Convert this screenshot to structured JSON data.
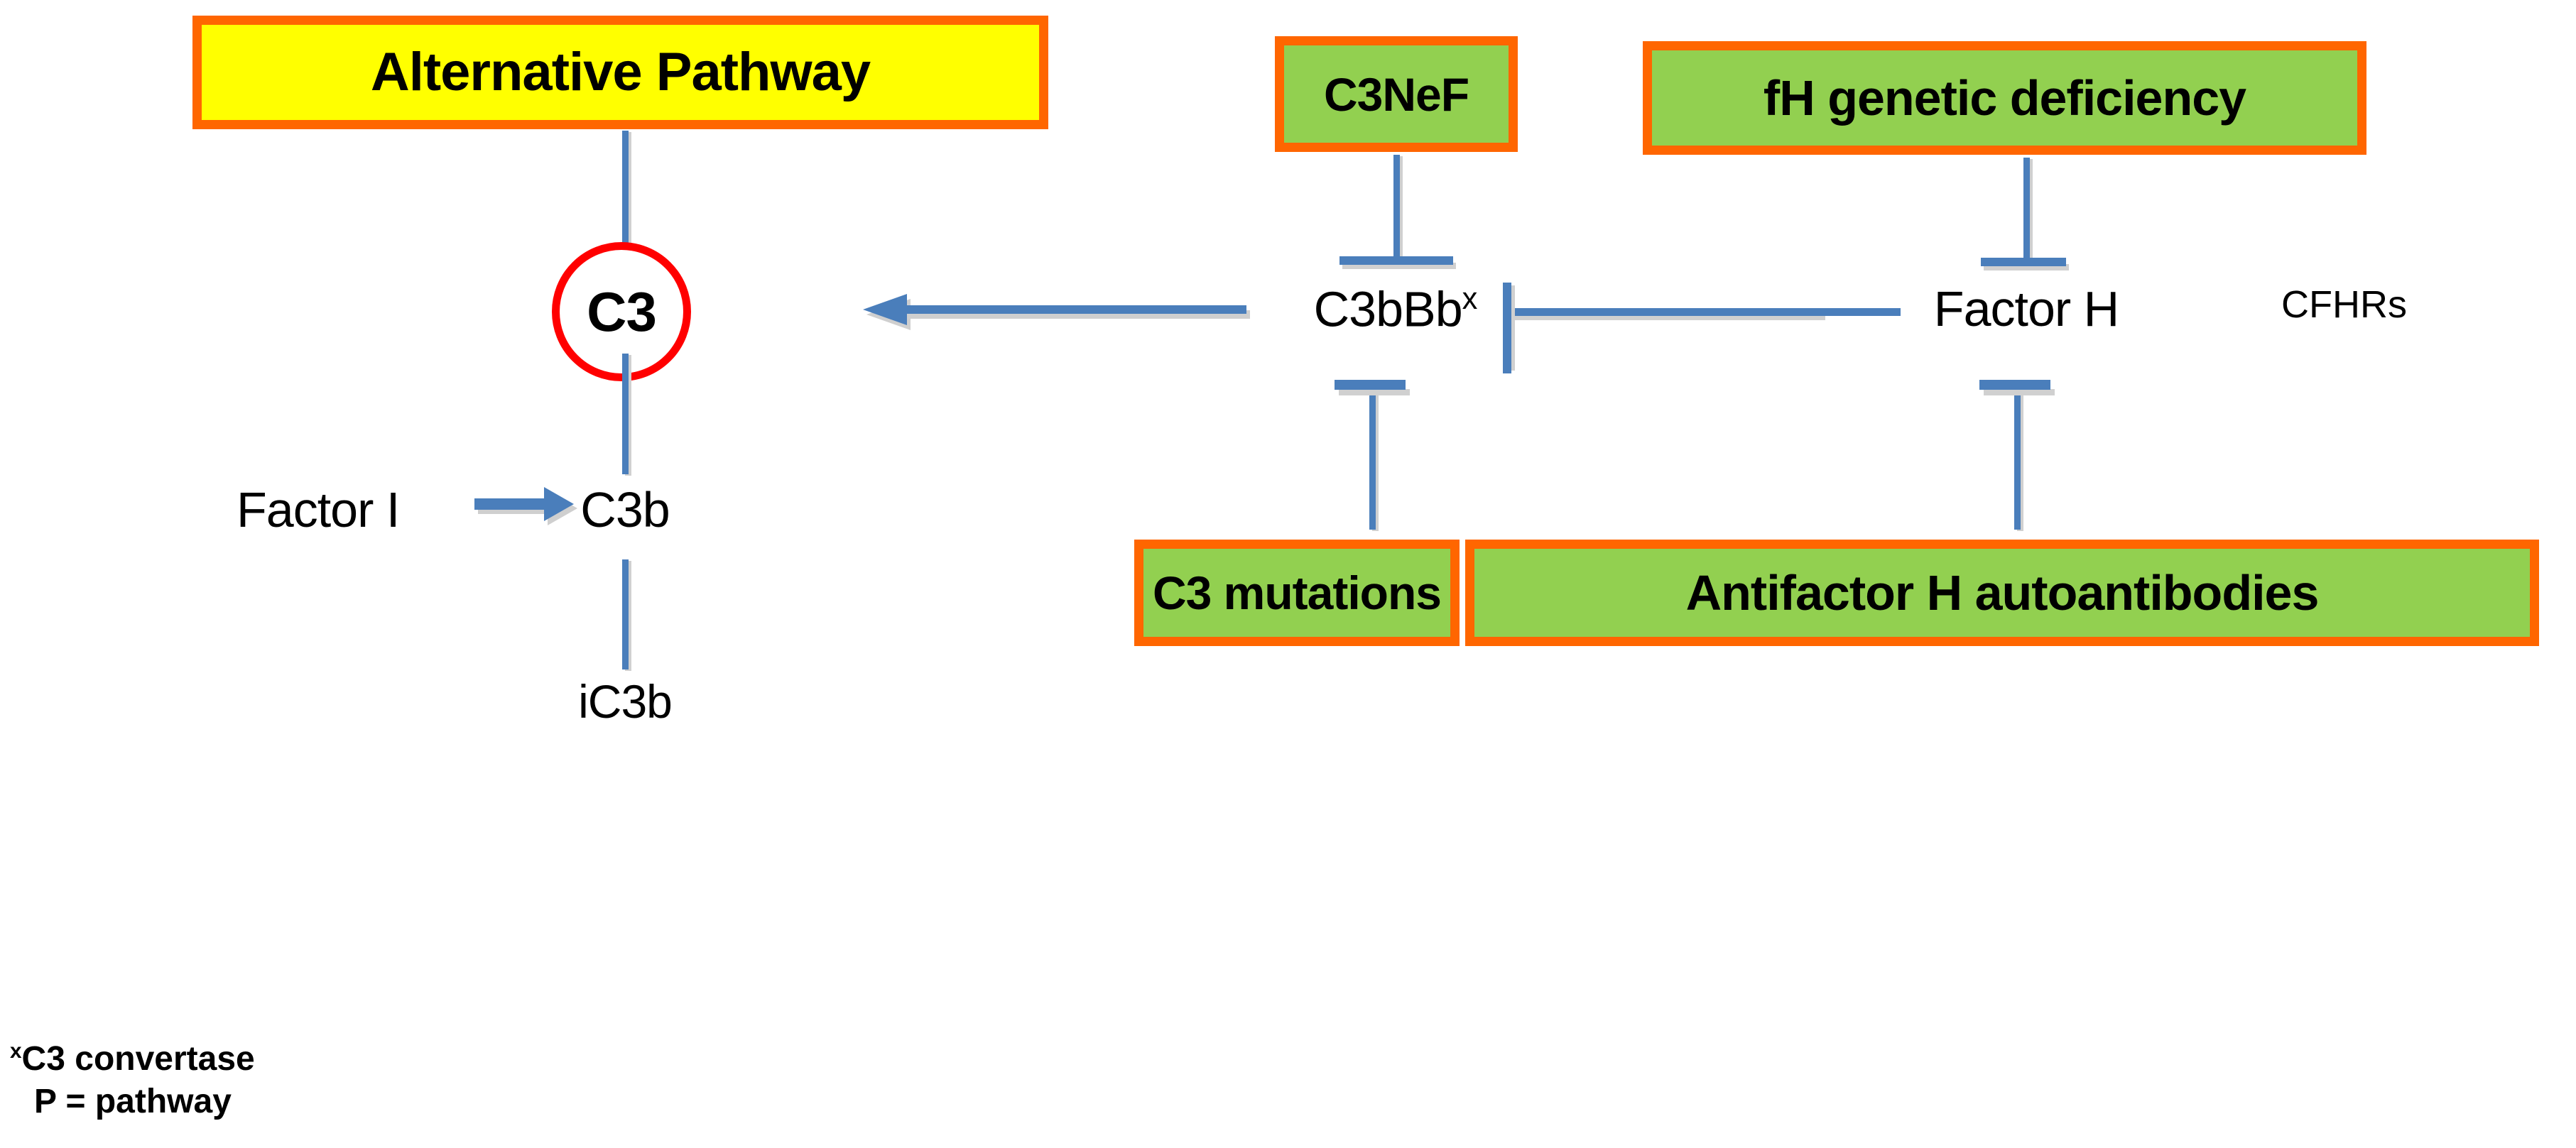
{
  "diagram": {
    "title": "Alternative complement pathway regulation diagram",
    "colors": {
      "box_border": "#ff6600",
      "box_fill_green": "#92d050",
      "box_fill_yellow": "#ffff00",
      "circle_stroke": "#ff0000",
      "connector": "#4a7ebb",
      "text": "#000000",
      "background": "#ffffff"
    },
    "boxes": {
      "alternative_pathway": "Alternative Pathway",
      "c3nef": "C3NeF",
      "fh_genetic_deficiency": "fH genetic deficiency",
      "c3_mutations": "C3 mutations",
      "antifactor_h_autoantibodies": "Antifactor H autoantibodies"
    },
    "nodes": {
      "c3": "C3",
      "c3b": "C3b",
      "ic3b": "iC3b",
      "factor_i": "Factor  I",
      "c3bbb_base": "C3bBb",
      "c3bbb_superscript": "x",
      "factor_h": "Factor H",
      "cfhrs": "CFHRs"
    },
    "footnote": {
      "line1_superscript": "x",
      "line1": "C3 convertase",
      "line2": "P = pathway"
    }
  },
  "chart_data": {
    "type": "diagram",
    "title": "Alternative Pathway complement regulation",
    "nodes": [
      {
        "id": "alternative_pathway",
        "label": "Alternative Pathway",
        "kind": "box",
        "fill": "#ffff00",
        "border": "#ff6600"
      },
      {
        "id": "c3",
        "label": "C3",
        "kind": "circle",
        "stroke": "#ff0000"
      },
      {
        "id": "c3b",
        "label": "C3b",
        "kind": "text"
      },
      {
        "id": "ic3b",
        "label": "iC3b",
        "kind": "text"
      },
      {
        "id": "factor_i",
        "label": "Factor  I",
        "kind": "text"
      },
      {
        "id": "c3bbb",
        "label": "C3bBbx",
        "kind": "text"
      },
      {
        "id": "factor_h",
        "label": "Factor H",
        "kind": "text"
      },
      {
        "id": "cfhrs",
        "label": "CFHRs",
        "kind": "text"
      },
      {
        "id": "c3nef",
        "label": "C3NeF",
        "kind": "box",
        "fill": "#92d050",
        "border": "#ff6600"
      },
      {
        "id": "fh_genetic_deficiency",
        "label": "fH genetic deficiency",
        "kind": "box",
        "fill": "#92d050",
        "border": "#ff6600"
      },
      {
        "id": "c3_mutations",
        "label": "C3 mutations",
        "kind": "box",
        "fill": "#92d050",
        "border": "#ff6600"
      },
      {
        "id": "antifactor_h_autoantibodies",
        "label": "Antifactor H autoantibodies",
        "kind": "box",
        "fill": "#92d050",
        "border": "#ff6600"
      }
    ],
    "edges": [
      {
        "from": "alternative_pathway",
        "to": "c3",
        "type": "line"
      },
      {
        "from": "c3",
        "to": "c3b",
        "type": "line"
      },
      {
        "from": "c3b",
        "to": "ic3b",
        "type": "line"
      },
      {
        "from": "factor_i",
        "to": "c3b",
        "type": "arrow"
      },
      {
        "from": "c3bbb",
        "to": "c3",
        "type": "arrow"
      },
      {
        "from": "c3nef",
        "to": "c3bbb",
        "type": "inhibition"
      },
      {
        "from": "c3_mutations",
        "to": "c3bbb",
        "type": "inhibition"
      },
      {
        "from": "fh_genetic_deficiency",
        "to": "factor_h",
        "type": "inhibition"
      },
      {
        "from": "antifactor_h_autoantibodies",
        "to": "factor_h",
        "type": "inhibition"
      },
      {
        "from": "factor_h",
        "to": "c3bbb",
        "type": "inhibition"
      }
    ]
  }
}
